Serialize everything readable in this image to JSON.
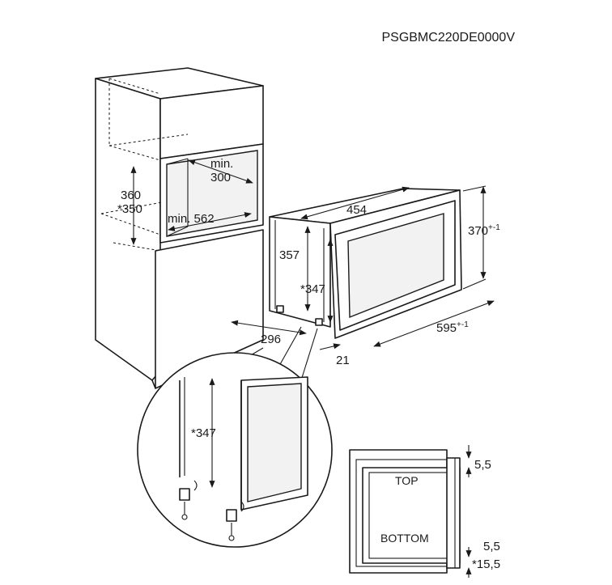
{
  "header": {
    "model_code": "PSGBMC220DE0000V"
  },
  "cabinet": {
    "min_depth_label": "min.",
    "min_depth_value": "300",
    "height_label": "360",
    "height_alt_label": "*350",
    "min_width_label": "min. 562"
  },
  "appliance": {
    "width_label": "454",
    "height_label": "370",
    "height_tolerance": "+-1",
    "inner_height_label": "357",
    "foot_height_label": "*347",
    "front_width_label": "595",
    "front_width_tolerance": "+-1",
    "depth_label": "296",
    "door_offset_label": "21"
  },
  "detail_view": {
    "height_label": "*347"
  },
  "front_view": {
    "top_label": "TOP",
    "bottom_label": "BOTTOM",
    "top_gap_label": "5,5",
    "bottom_gap_label": "5,5",
    "bottom_edge_label": "*15,5"
  },
  "colors": {
    "line": "#1a1a1a",
    "background": "#ffffff"
  }
}
